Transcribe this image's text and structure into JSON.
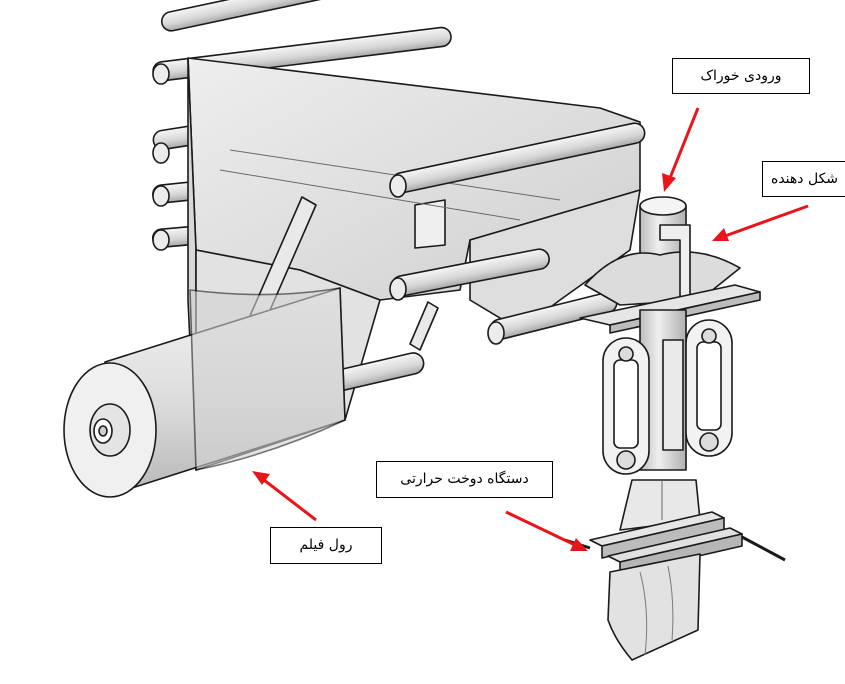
{
  "labels": {
    "feed_inlet": "ورودی خوراک",
    "former": "شکل دهنده",
    "heat_sealer": "دستگاه دوخت حرارتی",
    "film_roll": "رول فیلم"
  },
  "colors": {
    "arrow": "#e8151b",
    "line": "#1a1a1a",
    "film_fill": "#e6e6e6",
    "film_shadow": "#c4c4c4",
    "background": "#ffffff"
  }
}
